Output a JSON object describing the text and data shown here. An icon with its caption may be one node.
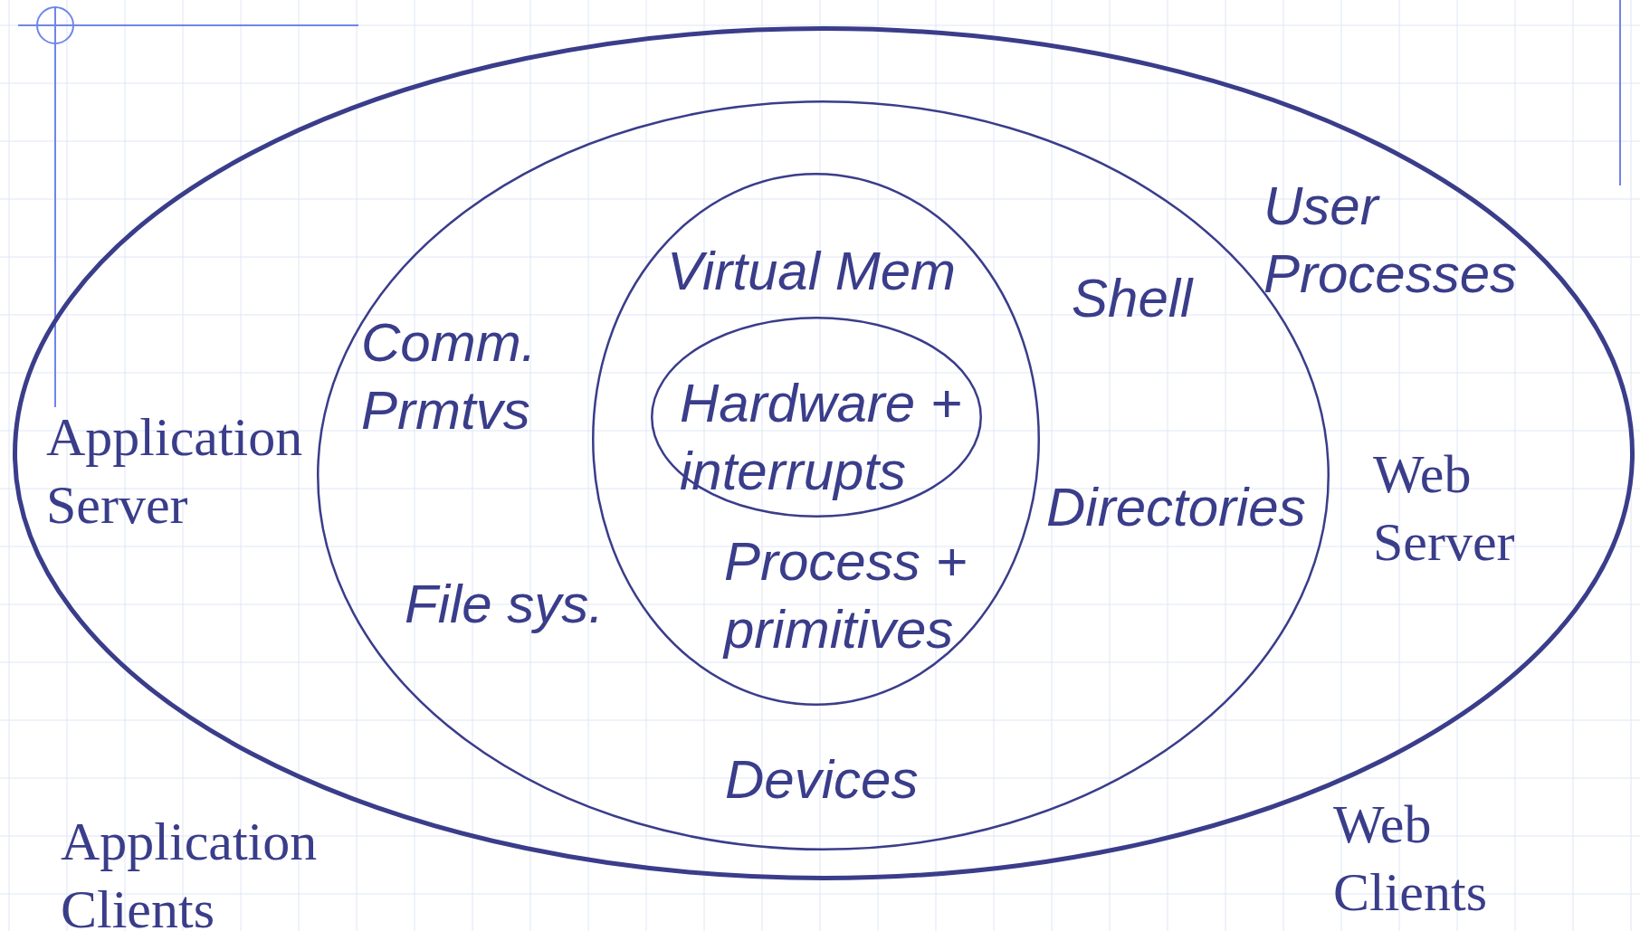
{
  "diagram": {
    "nodes": [
      {
        "text": [
          "User Processes",
          "Application Server",
          "Web Server"
        ]
      },
      {
        "text": [
          "Shell",
          "Comm. Prmtvs",
          "Directories",
          "File sys.",
          "Devices"
        ],
        "in": 0
      },
      {
        "text": [
          "Virtual Mem",
          "Process + primitives"
        ],
        "in": 1
      },
      {
        "text": [
          "Hardware + interrupts"
        ],
        "in": 2
      }
    ],
    "labels": [
      "Application Clients",
      "Web Clients"
    ]
  }
}
